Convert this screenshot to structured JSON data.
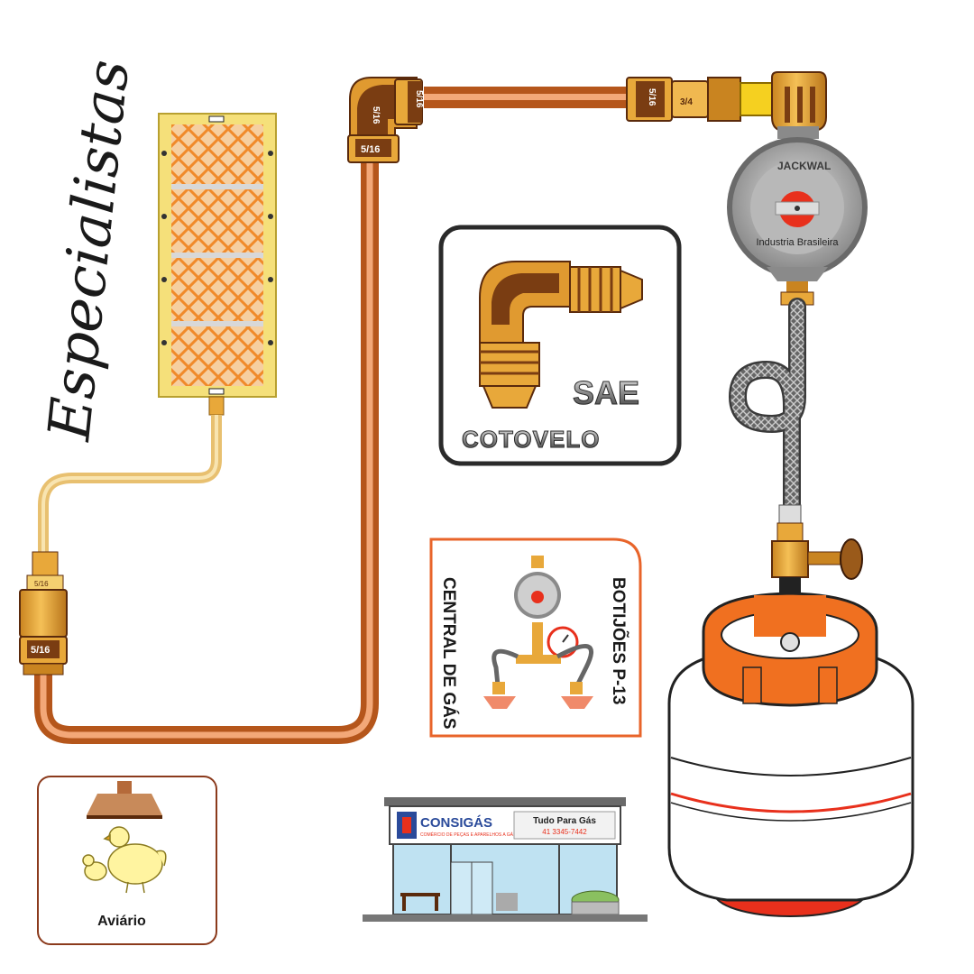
{
  "side_text": "Especialistas",
  "cotovelo_card": {
    "badge": "SAE",
    "label": "COTOVELO"
  },
  "central_card": {
    "title": "BOTIJÕES P-13",
    "subtitle": "CENTRAL DE GÁS"
  },
  "aviario_card": {
    "label": "Aviário"
  },
  "regulator": {
    "brand": "JACKWAL",
    "text": "Industria Brasileira"
  },
  "fitting_labels": {
    "elbow_top": "5/16",
    "elbow_nut": "5/16",
    "union_right": "5/16",
    "union_right_2": "3/4",
    "burner_adapter": "5/16",
    "burner_nut": "5/16"
  },
  "store": {
    "name": "CONSIGÁS",
    "tagline": "COMÉRCIO DE PEÇAS E APARELHOS A GÁS",
    "slogan": "Tudo Para Gás",
    "phone": "41 3345-7442"
  },
  "colors": {
    "copper_dark": "#b5561b",
    "copper_light": "#f0a070",
    "brass": "#e0a030",
    "brass_dark": "#7a3d12",
    "cylinder_orange": "#f07020",
    "cylinder_red": "#e8301c",
    "card_border_dark": "#2a2a2a",
    "card_border_orange": "#e8642a",
    "card_border_brown": "#8b3a1c",
    "store_blue": "#2a4a9a"
  }
}
